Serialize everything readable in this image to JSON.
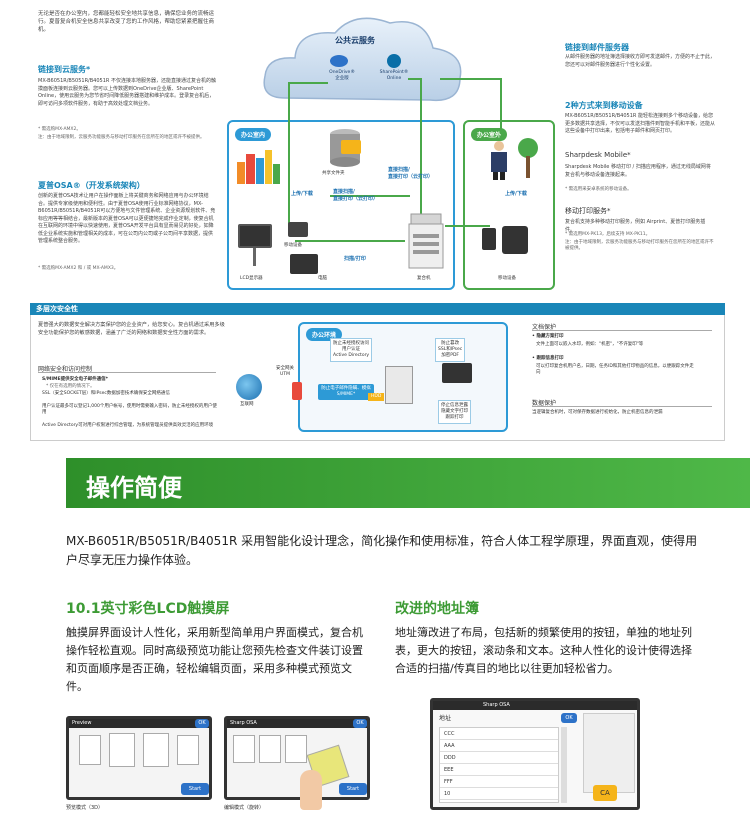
{
  "top_intro": "无论是否在办公室内，您都能轻松安全地共享信息，确保您业务的流畅运行。夏普复合机安全信息共享改变了您的工作风格，帮助您紧紧把握住商机。",
  "cloud": {
    "title": "公共云服务",
    "onedrive": "OneDrive®\n企业版",
    "sharepoint": "SharePoint®\nOnline"
  },
  "left_col": {
    "cloud_heading": "链接到云服务*",
    "cloud_body": "MX-B6051R/B5051R/B4051R 不仅连接本地服务器，还能直接通过复合机的触摸面板连接到云服务器。您可以上传数据到OneDrive企业版、SharePoint Online，使用云服务为您节省时间降低服务器搭建和维护成本。登录复合机后，即可访问多项软件服务，有助于高效处理文档业务。",
    "cloud_note1": "* 需选购MX-AMX2。",
    "cloud_note2": "注：由于地域限制，云服务功能服务与移动打印服务在您所在的地区或许不被提供。",
    "osa_heading": "夏普OSA®（开发系统架构）",
    "osa_body": "创新的夏普OSA技术让用户在操作面板上将关键商务和网络应用与办公环境结合。提供专家级使用和便利性。由于夏普OSA使用行业标准网络协议，MX-B6051R/B5051R/B4051R可以方便地与文件管理系统、企业资源规划软件、竞标应用等等相结合，最新版本的夏普OSA可以更便捷地完成作业定制，使复合机在互联网的环境中得以快速使用，夏普OSA开发平台具有显而易见的好处，如降低企业系统实施和管理相关的成本，可在公司内公司或子公司间平享数据，提供管理系统整合服务。",
    "osa_note": "* 需选购MX-AMX2 和 / 或 MX-AMX3。"
  },
  "right_col": {
    "mail_heading": "链接到邮件服务器",
    "mail_body": "从邮件服务器的地址簿选择接收方即可发送邮件，方便的不止于此，您还可以对邮件服务器进行个性化设置。",
    "mobile_heading": "2种方式来到移动设备",
    "mobile_body": "MX-B6051R/B5051R/B4051R 能轻松连接到多个移动设备，给您更多数据共享选择，不仅可以发送扫描件到智能手机和平板，还能从这些设备中打印出来，包括电子邮件和网页打印。",
    "sharpdesk_heading": "Sharpdesk Mobile*",
    "sharpdesk_body": "Sharpdesk Mobile 移动打印 / 扫描应用程序，通过无线局域网将复合机与移动设备连接起来。",
    "sharpdesk_note": "* 需选用采安卓系统的移动设备。",
    "print_heading": "移动打印服务*",
    "print_body": "复合机支持多种移动打印服务，例如 Airprint、夏普打印服务插件。",
    "print_note1": "* 需选用MX-PK13，后续支持 MX-PK11。",
    "print_note2": "注：由于地域限制，云服务功能服务与移动打印服务在您所在的地区或许不被提供。"
  },
  "diagram": {
    "office_in": "办公室内",
    "office_out": "办公室外",
    "shared_folder": "共享文件夹",
    "upload_download": "上传/下载",
    "upload_download2": "上传/下载",
    "direct_scan": "直接扫描/\n直接打印（云打印）",
    "direct_scan2": "直接扫描/\n直接打印（云打印）",
    "scan_print": "扫描/打印",
    "lcd": "LCD显示器",
    "mobile1": "移动设备",
    "pc": "电脑",
    "mfp": "复合机",
    "mobile2": "移动设备"
  },
  "security": {
    "tab": "多层次安全性",
    "intro": "夏普强大的数据安全解决方案保护您的企业资产，给您安心。复合机通过采用多级安全功能保护您的敏感数据，涵盖了广泛的网络和数据安全性方面的需求。",
    "net_heading": "网络安全和访问控制",
    "bullets": [
      "S/MIME提供安全电子邮件通信*",
      "* 仅在有选用的情况下。",
      "SSL（安全SOCKET层）和IPsec数据加密技术确保安全网络通信",
      "用户认证最多可以登记1,000个用户帐号，使用时需要输入密码，防止未经授权的用户使用",
      "Active Directory可对用户权限进行综合管理，为系统管理员提供高效灵活的应用环境"
    ],
    "env_label": "办公环境",
    "ad_box": "防止未经授权访问\n用户认证\nActive Directory",
    "ssl_box": "防止篡改\nSSL和IPsec\n加密PDF",
    "leak_box": "防止电子邮件隐瞒、模拟\nS/MIME*",
    "hdd": "HDD",
    "leak_stop": "停止信息泄露\n隐藏文字打印\n跟踪打印",
    "internet": "互联网",
    "gateway": "安全网关\nUTM",
    "doc_heading": "文档保护",
    "doc_item1": "• 隐藏方案打印",
    "doc_item1b": "文件上面可以嵌入水印，例如：\"机密\"，\"不许复印\"等",
    "doc_item2": "• 跟踪信息打印",
    "doc_item2b": "可以打印复合机用户名，日期，任务ID和其他打印物品的信息，以便跟踪文件走向",
    "data_heading": "数据保护",
    "data_body": "当逻辑复合机时，可对保存数据进行初始化，防止机密信息的泄漏"
  },
  "banner": {
    "title": "操作简便"
  },
  "simple": {
    "intro": "MX-B6051R/B5051R/B4051R 采用智能化设计理念，简化操作和使用标准，符合人体工程学原理，界面直观，使得用户尽享无压力操作体验。",
    "lcd_heading": "10.1英寸彩色LCD触摸屏",
    "lcd_body": "触摸屏界面设计人性化，采用新型简单用户界面模式，复合机操作轻松直观。同时高级预览功能让您预先检查文件装订设置和页面顺序是否正确，轻松编辑页面，采用多种模式预览文件。",
    "addr_heading": "改进的地址簿",
    "addr_body": "地址簿改进了布局，包括新的频繁使用的按钮，单独的地址列表，更大的按钮，滚动条和文本。这种人性化的设计使得选择合适的扫描/传真目的地比以往更加轻松省力。",
    "cap1": "预览模式（3D）",
    "cap2": "编辑模式（旋转）",
    "screen1": {
      "title": "Preview",
      "ok": "OK",
      "start": "Start"
    },
    "screen2": {
      "title": "Sharp OSA",
      "ok": "OK",
      "start": "Start"
    },
    "screen3": {
      "title": "Sharp OSA",
      "addr": "地址",
      "ok": "OK",
      "ca": "CA",
      "rows": [
        "CCC",
        "AAA",
        "DDD",
        "EEE",
        "FFF",
        "10"
      ]
    }
  },
  "colors": {
    "green": "#3d9b35",
    "blue": "#2d9ad6",
    "teal": "#1a86b8"
  }
}
